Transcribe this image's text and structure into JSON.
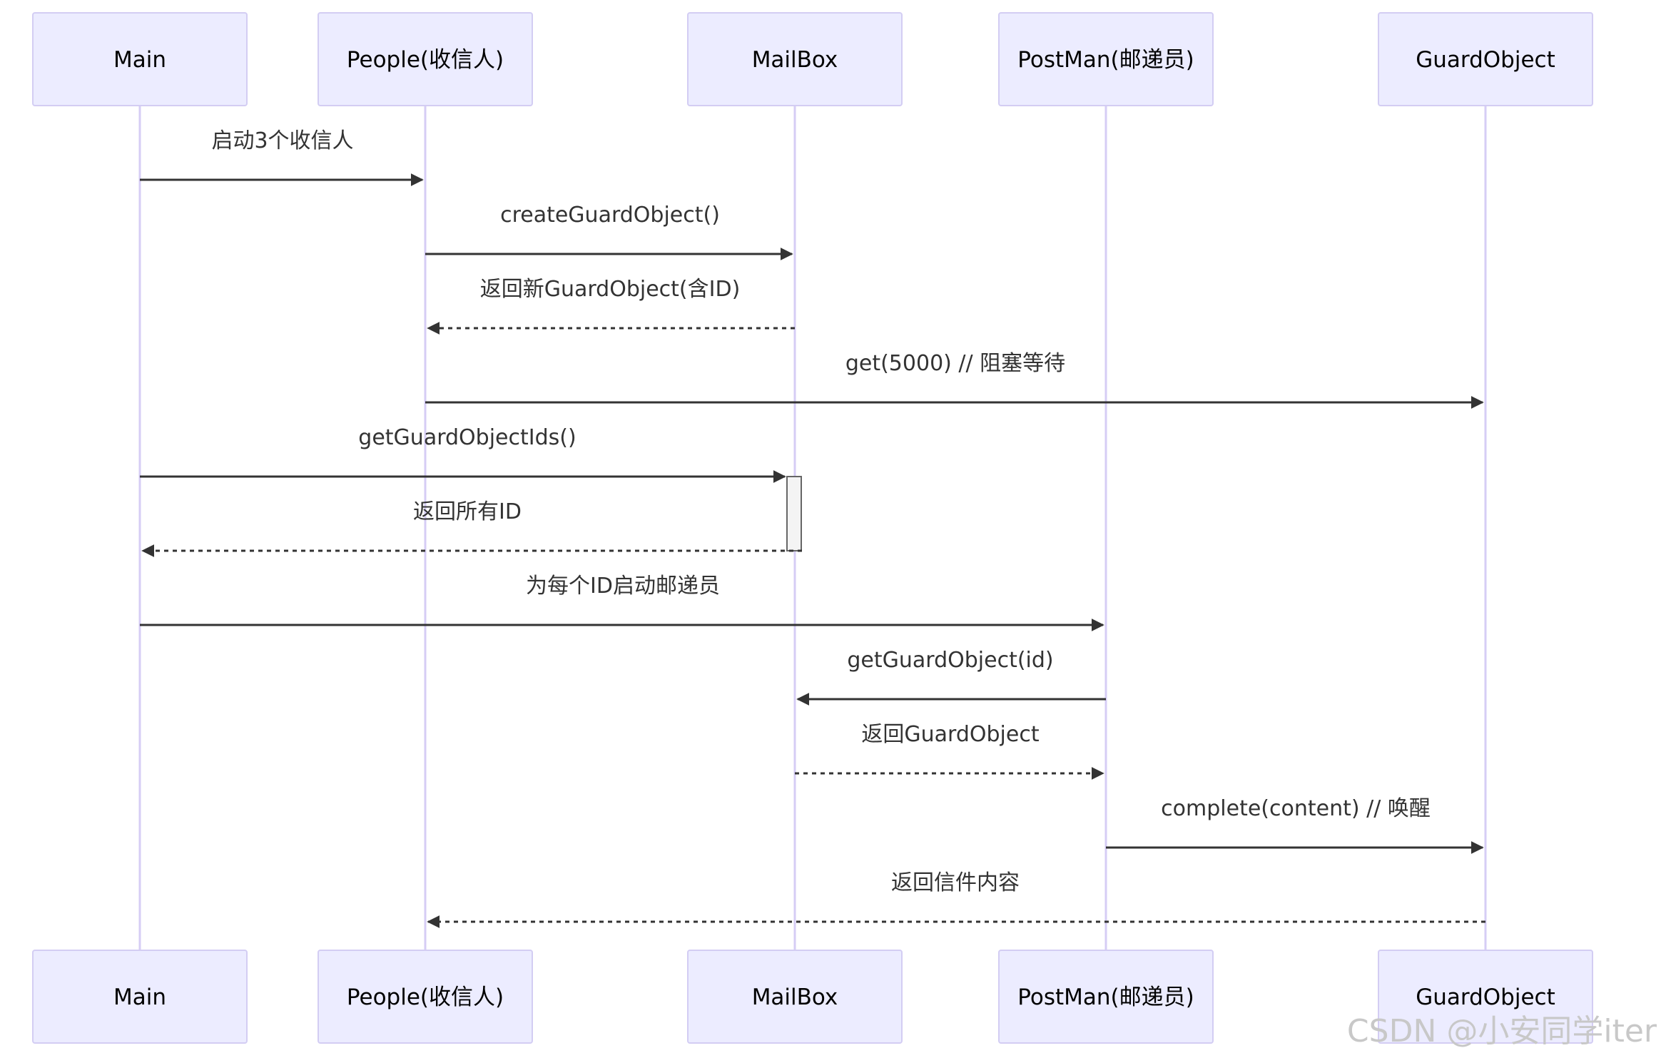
{
  "colors": {
    "actor_fill": "#ececff",
    "actor_border": "#d3cdf3",
    "lifeline": "#d6cdf5",
    "arrow": "#333333",
    "watermark": "#c8c8c8"
  },
  "participants": [
    {
      "id": "main",
      "label": "Main"
    },
    {
      "id": "people",
      "label": "People(收信人)"
    },
    {
      "id": "mailbox",
      "label": "MailBox"
    },
    {
      "id": "postman",
      "label": "PostMan(邮递员)"
    },
    {
      "id": "guard",
      "label": "GuardObject"
    }
  ],
  "messages": [
    {
      "from": "main",
      "to": "people",
      "label": "启动3个收信人",
      "style": "solid"
    },
    {
      "from": "people",
      "to": "mailbox",
      "label": "createGuardObject()",
      "style": "solid"
    },
    {
      "from": "mailbox",
      "to": "people",
      "label": "返回新GuardObject(含ID)",
      "style": "dashed"
    },
    {
      "from": "people",
      "to": "guard",
      "label": "get(5000) // 阻塞等待",
      "style": "solid"
    },
    {
      "from": "main",
      "to": "mailbox",
      "label": "getGuardObjectIds()",
      "style": "solid"
    },
    {
      "from": "mailbox",
      "to": "main",
      "label": "返回所有ID",
      "style": "dashed"
    },
    {
      "from": "main",
      "to": "postman",
      "label": "为每个ID启动邮递员",
      "style": "solid"
    },
    {
      "from": "postman",
      "to": "mailbox",
      "label": "getGuardObject(id)",
      "style": "solid"
    },
    {
      "from": "mailbox",
      "to": "postman",
      "label": "返回GuardObject",
      "style": "dashed"
    },
    {
      "from": "postman",
      "to": "guard",
      "label": "complete(content) // 唤醒",
      "style": "solid"
    },
    {
      "from": "guard",
      "to": "people",
      "label": "返回信件内容",
      "style": "dashed"
    }
  ],
  "activations": [
    {
      "participant": "mailbox",
      "from_message": 4,
      "to_message": 5
    }
  ],
  "watermark": "CSDN @小安同学iter"
}
